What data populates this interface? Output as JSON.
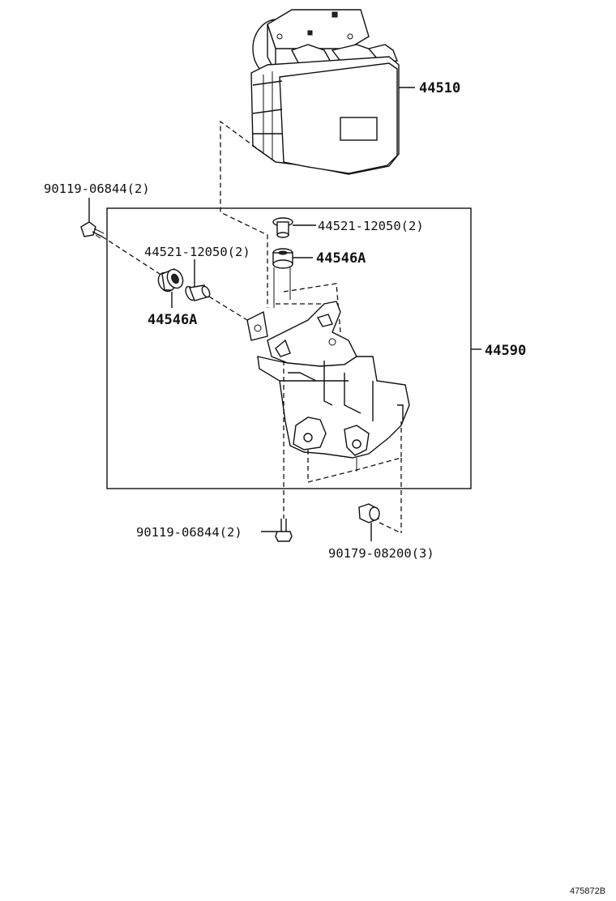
{
  "labels": {
    "abs_actuator": "44510",
    "bracket_assembly": "44590",
    "bolt_upper_left": "90119-06844(2)",
    "collar_upper": "44521-12050(2)",
    "cushion_upper": "44546A",
    "collar_left": "44521-12050(2)",
    "cushion_left": "44546A",
    "bolt_lower": "90119-06844(2)",
    "nut_lower": "90179-08200(3)"
  },
  "reference_code": "475872B"
}
